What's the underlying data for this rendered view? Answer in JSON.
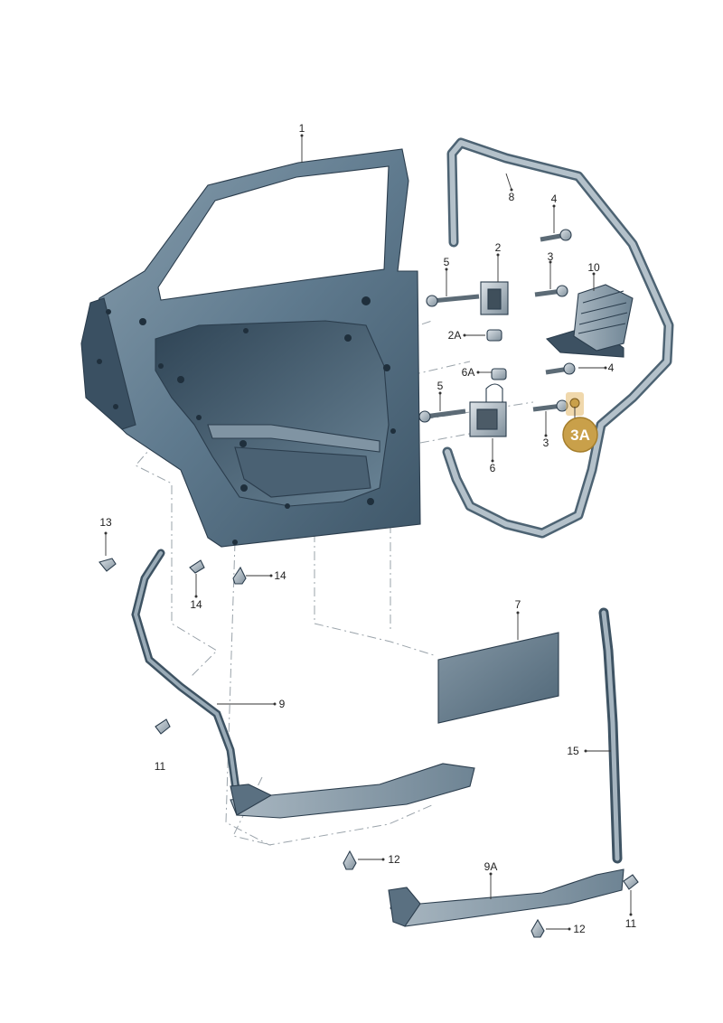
{
  "labels": {
    "p1": "1",
    "p2": "2",
    "p2a": "2A",
    "p3_top": "3",
    "p3_bottom": "3",
    "p3a": "3A",
    "p4_top": "4",
    "p4_bottom": "4",
    "p5_top": "5",
    "p5_bottom": "5",
    "p6": "6",
    "p6a": "6A",
    "p7": "7",
    "p8": "8",
    "p9": "9",
    "p9a": "9A",
    "p10": "10",
    "p11_left": "11",
    "p11_right": "11",
    "p12_left": "12",
    "p12_right": "12",
    "p13": "13",
    "p14_right": "14",
    "p14_below": "14",
    "p15": "15"
  },
  "colors": {
    "door_fill": "#5f7a8e",
    "door_dark": "#364d5f",
    "panel_fill": "#6f8797",
    "seal_fill": "#8c9eab",
    "hardware_fill": "#b9c4cc",
    "badge_fill": "#c9a04a",
    "badge_highlight": "#e3b867"
  }
}
